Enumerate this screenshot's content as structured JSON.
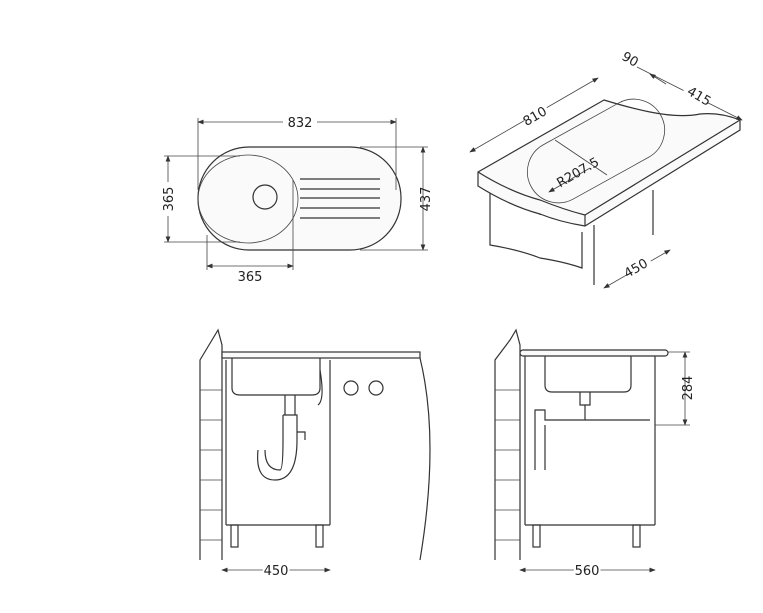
{
  "top_view": {
    "width": "832",
    "depth": "437",
    "bowl_depth": "365",
    "bowl_width": "365"
  },
  "iso_view": {
    "length": "810",
    "flange": "90",
    "width": "415",
    "radius": "R207.5",
    "cabinet": "450"
  },
  "front_view": {
    "cabinet_width": "450"
  },
  "side_view": {
    "cabinet_width": "560",
    "height": "284"
  }
}
